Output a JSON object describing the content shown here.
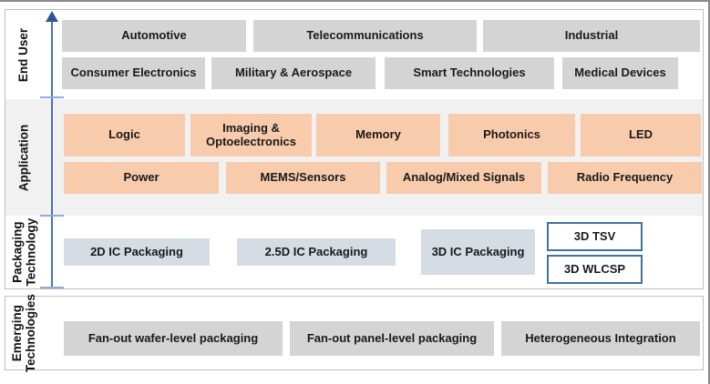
{
  "sections": {
    "end_user": {
      "label": "End User",
      "row1": [
        "Automotive",
        "Telecommunications",
        "Industrial"
      ],
      "row2": [
        "Consumer Electronics",
        "Military & Aerospace",
        "Smart Technologies",
        "Medical Devices"
      ]
    },
    "application": {
      "label": "Application",
      "row1": [
        "Logic",
        "Imaging & Optoelectronics",
        "Memory",
        "Photonics",
        "LED"
      ],
      "row2": [
        "Power",
        "MEMS/Sensors",
        "Analog/Mixed Signals",
        "Radio Frequency"
      ]
    },
    "packaging": {
      "label": "Packaging Technology",
      "boxes": [
        "2D IC Packaging",
        "2.5D IC Packaging",
        "3D IC Packaging"
      ],
      "outlined_boxes": [
        "3D TSV",
        "3D WLCSP"
      ]
    },
    "emerging": {
      "label": "Emerging Technologies",
      "boxes": [
        "Fan-out wafer-level packaging",
        "Fan-out panel-level packaging",
        "Heterogeneous Integration"
      ]
    }
  },
  "colors": {
    "end_user_box": "#d4d4d4",
    "application_box": "#f8cbad",
    "packaging_box": "#d6dce4",
    "outlined_box_border": "#41719c",
    "application_band_shade": "#f1f1f2",
    "arrow_line": "#4472c4",
    "arrow_head": "#2f5597",
    "arrow_tick": "#8faadc",
    "panel_border": "#bfbfbf"
  }
}
